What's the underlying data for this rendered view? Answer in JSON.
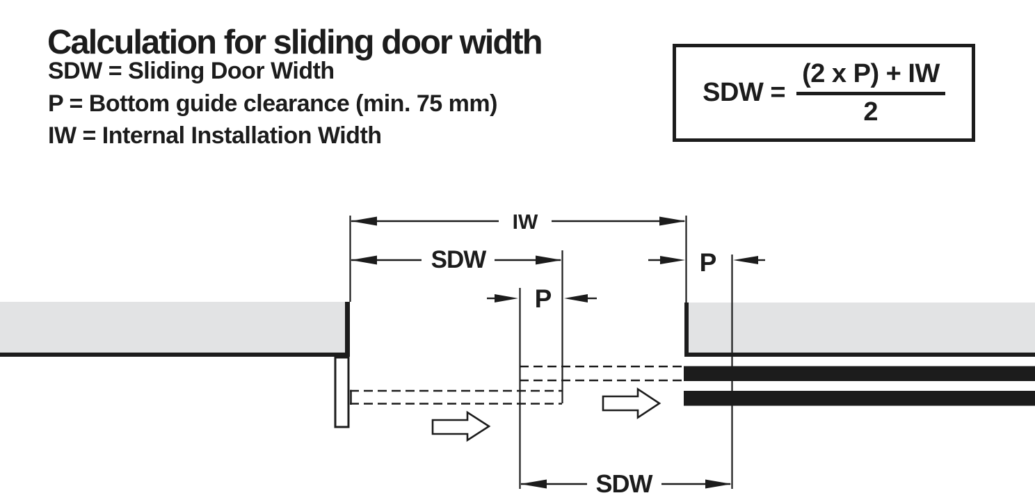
{
  "title": "Calculation for sliding door width",
  "legend": {
    "lines": [
      "SDW = Sliding Door Width",
      "P = Bottom guide clearance (min. 75 mm)",
      "IW = Internal Installation Width"
    ]
  },
  "formula": {
    "lhs": "SDW =",
    "numerator": "(2 x P) + IW",
    "denominator": "2"
  },
  "diagram": {
    "labels": {
      "iw": "IW",
      "sdw_top": "SDW",
      "p_right": "P",
      "p_mid": "P",
      "sdw_bottom": "SDW"
    }
  },
  "colors": {
    "ink": "#1c1c1c",
    "wall_gray": "#e2e3e4",
    "background": "#ffffff"
  }
}
